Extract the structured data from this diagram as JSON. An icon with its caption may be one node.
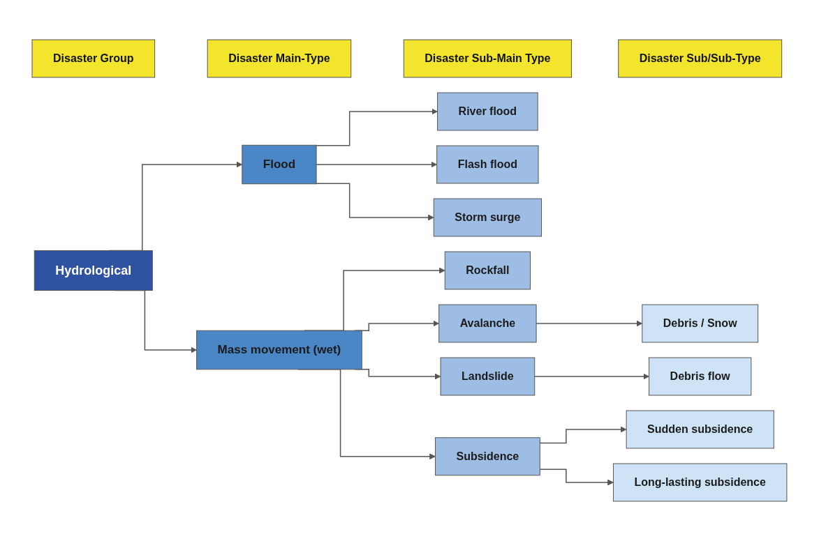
{
  "diagram": {
    "nodes": [
      {
        "text": [
          "Disaster Group"
        ]
      },
      {
        "text": [
          "Disaster Main-Type"
        ]
      },
      {
        "text": [
          "Disaster Sub-Main Type"
        ]
      },
      {
        "text": [
          "Disaster Sub/Sub-Type"
        ]
      },
      {
        "text": [
          "Hydrological"
        ]
      },
      {
        "text": [
          "Flood"
        ]
      },
      {
        "text": [
          "Mass movement (wet)"
        ]
      },
      {
        "text": [
          "River flood"
        ]
      },
      {
        "text": [
          "Flash flood"
        ]
      },
      {
        "text": [
          "Storm surge"
        ]
      },
      {
        "text": [
          "Rockfall"
        ]
      },
      {
        "text": [
          "Avalanche"
        ]
      },
      {
        "text": [
          "Landslide"
        ]
      },
      {
        "text": [
          "Subsidence"
        ]
      },
      {
        "text": [
          "Debris / Snow"
        ]
      },
      {
        "text": [
          "Debris flow"
        ]
      },
      {
        "text": [
          "Sudden subsidence"
        ]
      },
      {
        "text": [
          "Long-lasting subsidence"
        ]
      }
    ],
    "edges": [
      {
        "from": 4,
        "to": 5,
        "arrow": "to"
      },
      {
        "from": 4,
        "to": 6,
        "arrow": "to"
      },
      {
        "from": 5,
        "to": 7,
        "arrow": "to"
      },
      {
        "from": 5,
        "to": 8,
        "arrow": "to"
      },
      {
        "from": 5,
        "to": 9,
        "arrow": "to"
      },
      {
        "from": 6,
        "to": 10,
        "arrow": "to"
      },
      {
        "from": 6,
        "to": 11,
        "arrow": "to"
      },
      {
        "from": 6,
        "to": 12,
        "arrow": "to"
      },
      {
        "from": 6,
        "to": 13,
        "arrow": "to"
      },
      {
        "from": 11,
        "to": 14,
        "arrow": "to"
      },
      {
        "from": 12,
        "to": 15,
        "arrow": "to"
      },
      {
        "from": 13,
        "to": 16,
        "arrow": "to"
      },
      {
        "from": 13,
        "to": 17,
        "arrow": "to"
      }
    ]
  }
}
